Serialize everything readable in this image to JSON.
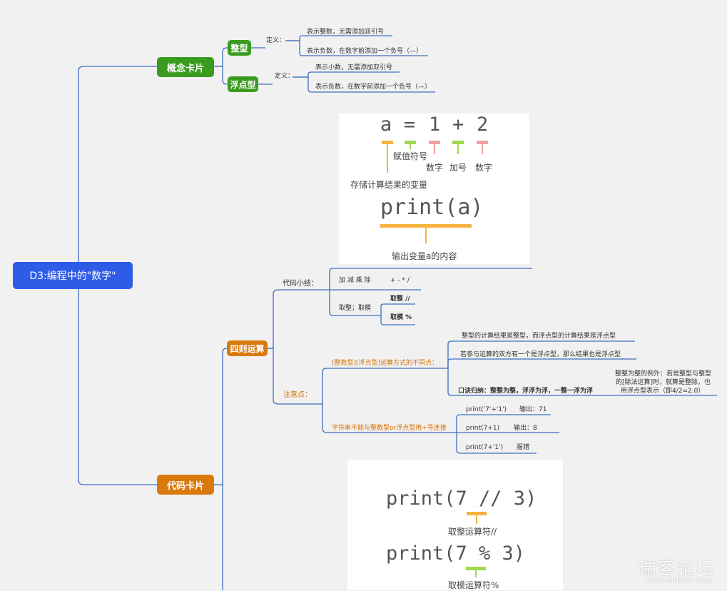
{
  "colors": {
    "root": "#2e5ce6",
    "green": "#3a9c1f",
    "orange": "#d97a0e",
    "line": "#3d6fbf",
    "bar_orange": "#f5b342",
    "bar_green": "#9ed94f",
    "bar_pink": "#f2a0a0"
  },
  "root": {
    "label": "D3:编程中的\"数字\""
  },
  "concept": {
    "label": "概念卡片",
    "integer": {
      "label": "整型",
      "def_label": "定义：",
      "items": [
        "表示整数，无需添加双引号",
        "表示负数，在数字前添加一个负号（—）"
      ]
    },
    "float": {
      "label": "浮点型",
      "def_label": "定义：",
      "items": [
        "表示小数，无需添加双引号",
        "表示负数，在数字前添加一个负号（—）"
      ]
    }
  },
  "card1": {
    "expr_tokens": [
      "a",
      "=",
      "1",
      "+",
      "2"
    ],
    "labels": {
      "assign": "赋值符号",
      "num1": "数字",
      "plus": "加号",
      "num2": "数字",
      "var": "存储计算结果的变量"
    },
    "print_expr": "print(a)",
    "print_label": "输出变量a的内容"
  },
  "arith": {
    "label": "四则运算",
    "summary": {
      "label": "代码小结：",
      "ops_label": "加 减 乘 除",
      "ops_symbols": "+ - * /",
      "round_label": "取整；取模",
      "floor": "取整 //",
      "mod": "取模 %"
    },
    "notes": {
      "label": "注意点：",
      "diff": {
        "label": "[整数型][浮点型]运算方式的不同点：",
        "items": [
          "整型的计算结果是整型，而浮点型的计算结果是浮点型",
          "若参与运算的双方有一个是浮点型，那么结果也是浮点型"
        ],
        "rule": "口诀归纳：整整为整，浮浮为浮，一整一浮为浮",
        "exception": [
          "整整为整的例外：若是整型与整型",
          "的[除法运算]时，就算是整除，也",
          "用浮点型表示（即4/2=2.0）"
        ]
      },
      "concat": {
        "label": "字符串不能与整数型or浮点型用+号连接",
        "examples": [
          {
            "code": "print('7'+'1')",
            "result": "输出：71"
          },
          {
            "code": "print(7+1)",
            "result": "输出：8"
          },
          {
            "code": "print(7+'1')",
            "result": "报错"
          }
        ]
      }
    }
  },
  "code": {
    "label": "代码卡片"
  },
  "card2": {
    "expr1": "print(7 // 3)",
    "label1": "取整运算符//",
    "expr2": "print(7 % 3)",
    "label2": "取模运算符%"
  },
  "watermark": {
    "main": "瑞客论坛",
    "sub": "www.ruike1.com"
  }
}
